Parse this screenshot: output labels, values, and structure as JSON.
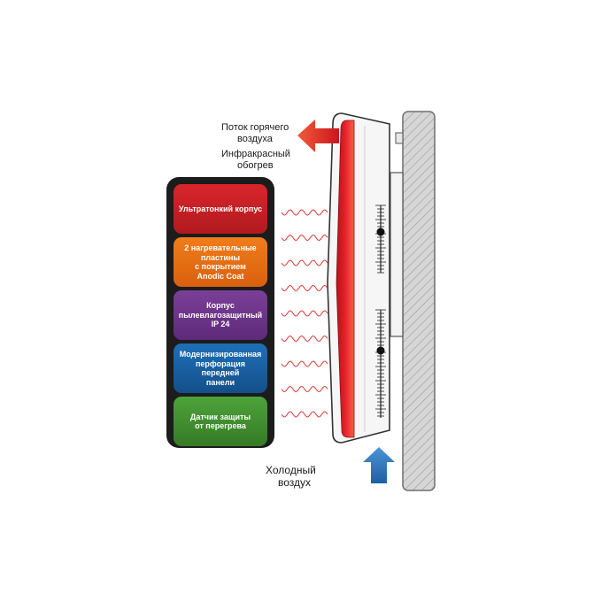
{
  "labels": {
    "hot_air_line1": "Поток горячего",
    "hot_air_line2": "воздуха",
    "infrared_line1": "Инфракрасный",
    "infrared_line2": "обогрев",
    "cold_air_line1": "Холодный",
    "cold_air_line2": "воздух"
  },
  "features": [
    {
      "text": "Ультратонкий корпус",
      "color": "#d8262b",
      "color2": "#b11a1f"
    },
    {
      "text": "2 нагревательные\nпластины\nс покрытием\nAnodic Coat",
      "color": "#f07d1a",
      "color2": "#d9600e"
    },
    {
      "text": "Корпус\nпылевлагозащитный\nIP 24",
      "color": "#7b3f98",
      "color2": "#5e2a7a"
    },
    {
      "text": "Модернизированная\nперфорация передней\nпанели",
      "color": "#1f6fb7",
      "color2": "#13508a"
    },
    {
      "text": "Датчик защиты\nот перегрева",
      "color": "#4ea33a",
      "color2": "#357a26"
    }
  ],
  "colors": {
    "hot_arrow": "#e3262c",
    "cold_arrow": "#2a78c0",
    "heater_red": "#e21f26",
    "wall": "#cfcfcf",
    "wave": "#e03a3a"
  }
}
